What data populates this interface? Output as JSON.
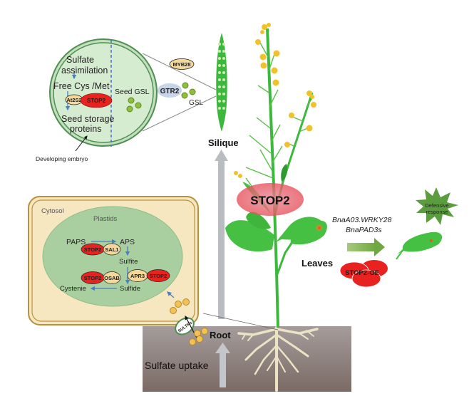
{
  "seed_panel": {
    "sulfate_line1": "Sulfate",
    "sulfate_line2": "assimilation",
    "free_cys": "Free Cys /Met",
    "at2s2": "At2S2",
    "stop2": "STOP2",
    "storage_line1": "Seed storage",
    "storage_line2": "proteins",
    "seed_gsl": "Seed GSL",
    "developing_embryo": "Developing embryo"
  },
  "transport": {
    "myb28": "MYB28",
    "gtr2": "GTR2",
    "gsl": "GSL"
  },
  "plant": {
    "silique": "Silique",
    "stop2_main": "STOP2",
    "leaves": "Leaves",
    "root": "Root",
    "sulfate_uptake": "Sulfate uptake"
  },
  "defense": {
    "gene1": "BnaA03.WRKY28",
    "gene2": "BnaPAD3s",
    "response_line1": "Defensive",
    "response_line2": "response",
    "stop2_oe": "STOP2-OE"
  },
  "cell": {
    "cytosol": "Cytosol",
    "plastids": "Plastids",
    "paps": "PAPS",
    "aps": "APS",
    "sulfite": "Sulfite",
    "sulfide": "Sulfide",
    "cysteine": "Cystenie",
    "stop2_a": "STOP2",
    "sal1": "SAL1",
    "apr3": "APR3",
    "stop2_b": "STOP2",
    "stop2_c": "STOP2",
    "oasb": "OSAB",
    "sultrs": "SULTRs"
  },
  "colors": {
    "stop2_red": "#e8231f",
    "partner_tan": "#f3d89a",
    "seed_green": "#d5ecd0",
    "plastid_green": "#a9cfa1",
    "cytosol_tan": "#f7e7c1",
    "cell_wall": "#b8913f",
    "soil": "#8e7f7c",
    "arrow_blue": "#4a7fc4",
    "plant_green": "#3cb83c"
  }
}
